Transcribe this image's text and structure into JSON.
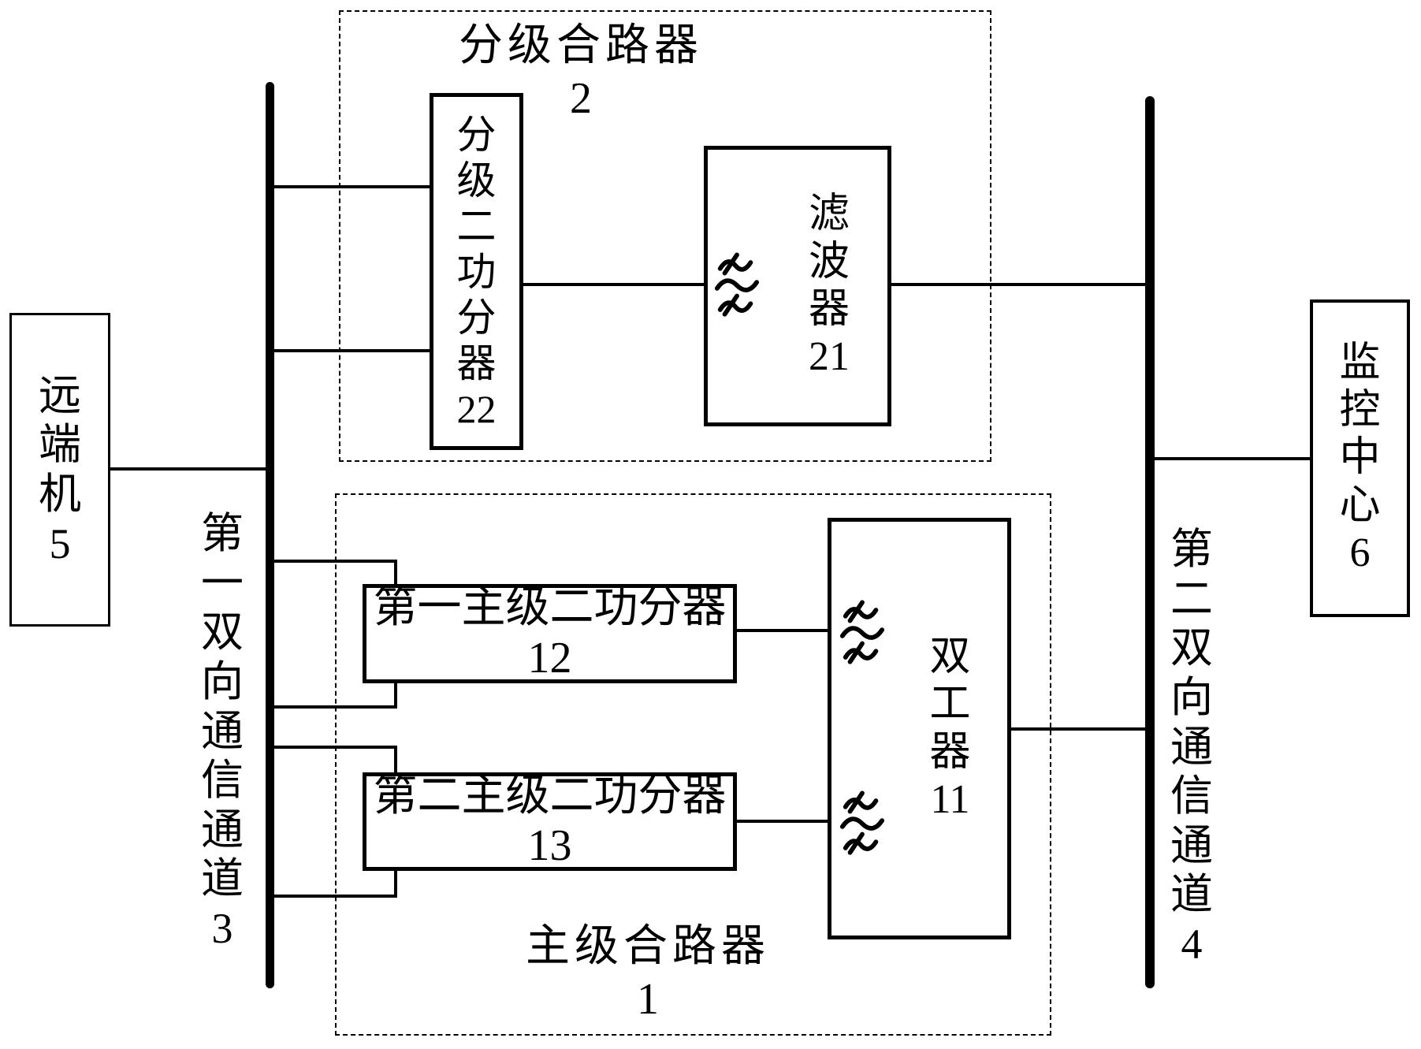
{
  "figure": {
    "background": "#ffffff",
    "line_color": "#000000"
  },
  "blocks": {
    "remote_unit": {
      "label": "远端机",
      "ref": "5"
    },
    "hier_splitter": {
      "label": "分级二功分器",
      "ref": "22"
    },
    "filter": {
      "label": "滤波器",
      "ref": "21"
    },
    "primary_splitter_1": {
      "label": "第一主级二功分器",
      "ref": "12"
    },
    "primary_splitter_2": {
      "label": "第二主级二功分器",
      "ref": "13"
    },
    "duplexer": {
      "label": "双工器",
      "ref": "11"
    },
    "monitoring_center": {
      "label": "监控中心",
      "ref": "6"
    }
  },
  "groups": {
    "hierarchical_combiner": {
      "label": "分级合路器",
      "ref": "2"
    },
    "primary_combiner": {
      "label": "主级合路器",
      "ref": "1"
    }
  },
  "channels": {
    "first_bidirectional": {
      "label": "第一双向通信通道",
      "ref": "3"
    },
    "second_bidirectional": {
      "label": "第二双向通信通道",
      "ref": "4"
    }
  }
}
